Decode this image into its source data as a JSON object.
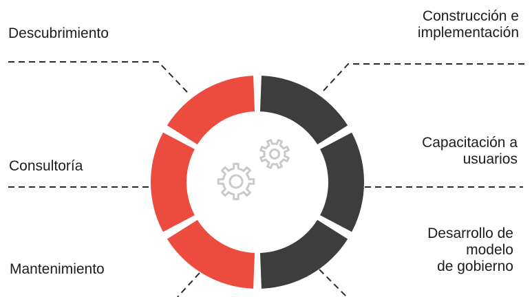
{
  "labels": {
    "left": [
      "Descubrimiento",
      "Consultoría",
      "Mantenimiento"
    ],
    "right": [
      "Construcción e\nimplementación",
      "Capacitación a\nusuarios",
      "Desarrollo de\nmodelo\nde gobierno"
    ]
  },
  "colors": {
    "left_segments": "#ec4b40",
    "right_segments": "#3d3d3d",
    "gears": "#c9c9c9",
    "connectors": "#2a2a2a",
    "text": "#1c1c1c"
  },
  "icon": "gears-icon"
}
